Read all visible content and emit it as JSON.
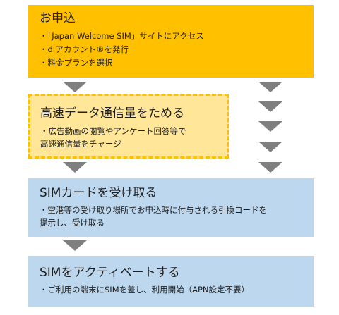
{
  "steps": [
    {
      "title": "お申込",
      "lines": [
        "・「Japan Welcome SIM」サイトにアクセス",
        "・d アカウント®を発行",
        "・料金プランを選択"
      ]
    },
    {
      "title": "高速データ通信量をためる",
      "lines": [
        "・広告動画の閲覧やアンケート回答等で",
        "高速通信量をチャージ"
      ]
    },
    {
      "title": "SIMカードを受け取る",
      "lines": [
        "・空港等の受け取り場所でお申込時に付与される引換コードを",
        "提示し、受け取る"
      ]
    },
    {
      "title": "SIMをアクティベートする",
      "lines": [
        "・ご利用の端末にSIMを差し、利用開始（APN設定不要）"
      ]
    }
  ],
  "colors": {
    "step1_fill": "#ffc000",
    "step2_fill": "#ffe699",
    "step2_border": "#ffc000",
    "step3_fill": "#bdd7ee",
    "step4_fill": "#bdd7ee",
    "arrow": "#7f7f7f"
  }
}
